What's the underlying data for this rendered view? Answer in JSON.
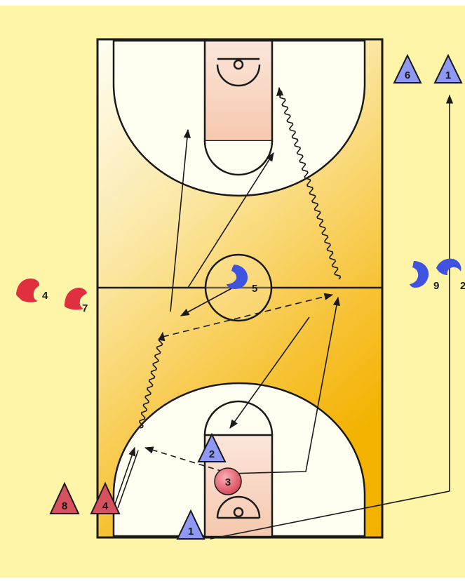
{
  "colors": {
    "background": "#fff5a8",
    "court_light": "#fffdf0",
    "court_gold": "#f5b400",
    "lane_fill": "#f8d0b8",
    "offense_fill": "#8f99f5",
    "defense_fill": "#d6505e",
    "defense_icon": "#e0303f",
    "ball": "#e06070",
    "lines": "#1a1a1a"
  },
  "players": {
    "top_6": "6",
    "top_1": "1",
    "bottom_1": "1",
    "lane_2": "2",
    "ball_3": "3",
    "red_8": "8",
    "red_4": "4"
  },
  "defenders": {
    "left_4": "4",
    "left_7": "7",
    "center_5": "5",
    "right_9": "9",
    "right_2": "2"
  }
}
